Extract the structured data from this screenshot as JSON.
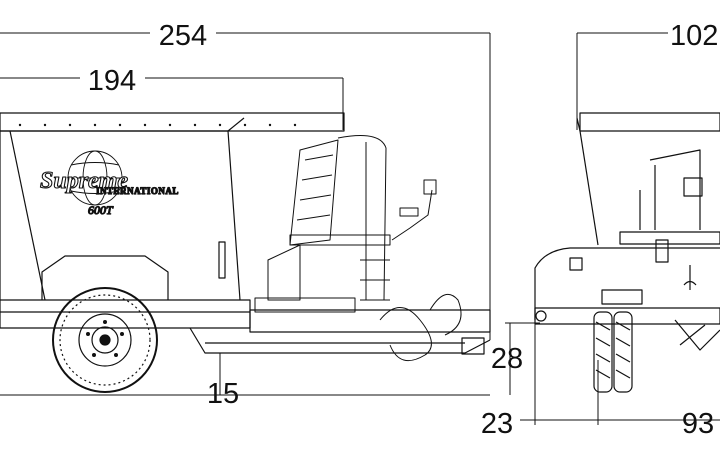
{
  "dimensions": {
    "overall_length": "254",
    "body_length": "194",
    "ground_clearance": "15",
    "hitch_height": "28",
    "wheel_offset": "23",
    "track_width": "93",
    "overall_width": "102"
  },
  "logo": {
    "brand": "Supreme",
    "subtitle": "INTERNATIONAL",
    "model": "600T"
  },
  "colors": {
    "line": "#111111",
    "background": "#ffffff"
  }
}
